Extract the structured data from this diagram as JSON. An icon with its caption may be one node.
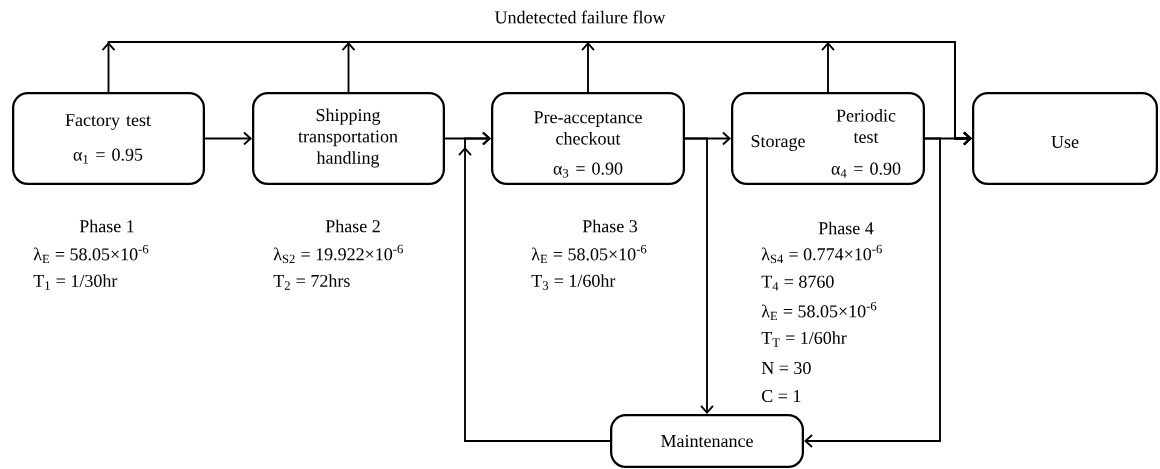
{
  "diagram": {
    "nodes": [
      {
        "text": [
          "Factory test",
          "α$_{1}$ = 0.95"
        ]
      },
      {
        "text": [
          "Shipping transportation handling"
        ]
      },
      {
        "text": [
          "Pre-acceptance checkout",
          "α$_{3}$ = 0.90"
        ]
      },
      {
        "text": [
          "Storage",
          "Periodic test",
          "α$_{4}$ = 0.90"
        ]
      },
      {
        "text": [
          "Use"
        ]
      },
      {
        "text": [
          "Maintenance"
        ]
      }
    ],
    "edges": [
      {
        "from": 0,
        "to": 1,
        "arrow": "to"
      },
      {
        "from": 1,
        "to": 2,
        "arrow": "to"
      },
      {
        "from": 2,
        "to": 3,
        "arrow": "to"
      },
      {
        "from": 3,
        "to": 4,
        "arrow": "to"
      },
      {
        "from": 0,
        "to": 4,
        "arrow": "to"
      },
      {
        "from": 1,
        "to": 4,
        "arrow": "to"
      },
      {
        "from": 2,
        "to": 4,
        "arrow": "to"
      },
      {
        "from": 3,
        "to": 4,
        "arrow": "to"
      },
      {
        "from": 2,
        "to": 5,
        "arrow": "to"
      },
      {
        "from": 3,
        "to": 5,
        "arrow": "to"
      },
      {
        "from": 5,
        "to": 2,
        "arrow": "to"
      }
    ],
    "labels": [
      "Undetected failure flow",
      "Phase 1",
      "λ$_{E}$ = 58.05×10$^{-6}$",
      "T$_{1}$ = 1/30hr",
      "Phase 2",
      "λ$_{S2}$ = 19.922×10$^{-6}$",
      "T$_{2}$ = 72hrs",
      "Phase 3",
      "λ$_{E}$ = 58.05×10$^{-6}$",
      "T$_{3}$ = 1/60hr",
      "Phase 4",
      "λ$_{S4}$ = 0.774×10$^{-6}$",
      "T$_{4}$ = 8760",
      "λ$_{E}$ = 58.05×10$^{-6}$",
      "T$_{T}$ = 1/60hr",
      "N = 30",
      "C = 1"
    ]
  }
}
